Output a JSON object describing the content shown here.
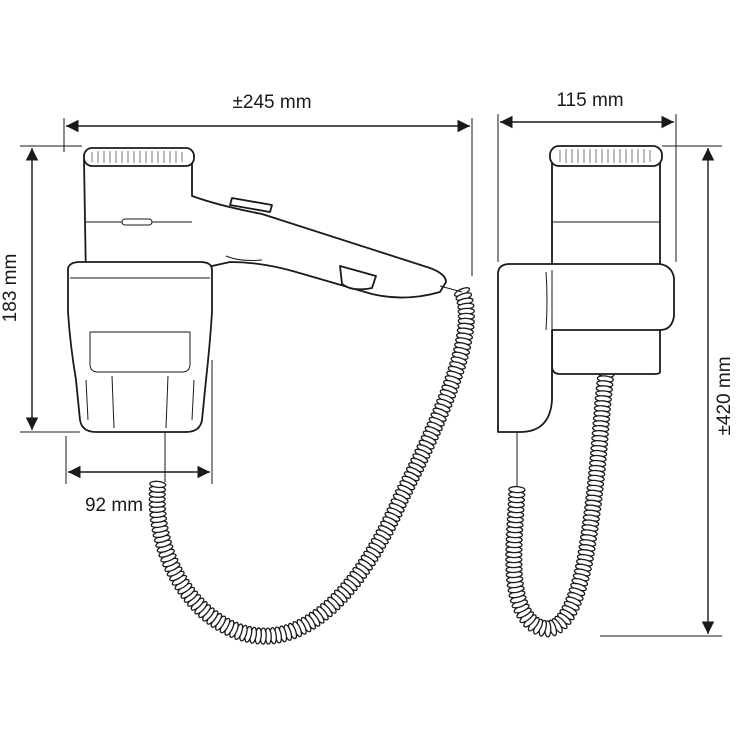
{
  "dimensions": {
    "total_length": "±245 mm",
    "side_depth": "115 mm",
    "dryer_height": "183 mm",
    "holder_width": "92 mm",
    "total_height": "±420 mm"
  },
  "colors": {
    "line": "#1a1a1a",
    "background": "#ffffff"
  }
}
